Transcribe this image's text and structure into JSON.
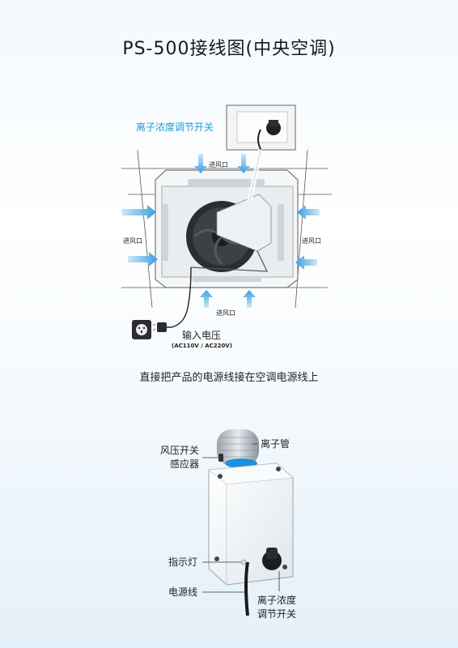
{
  "title": "PS-500接线图(中央空调)",
  "top_diagram": {
    "ion_switch_label": "离子浓度调节开关",
    "inlet_top": "进风口",
    "inlet_left": "进风口",
    "inlet_right": "进风口",
    "inlet_bottom": "进风口",
    "input_voltage": "输入电压",
    "voltage_spec": "(AC110V / AC220V)"
  },
  "caption": "直接把产品的电源线接在空调电源线上",
  "bottom_diagram": {
    "air_pressure_switch": [
      "风压开关",
      "感应器"
    ],
    "ion_tube": "离子管",
    "indicator_light": "指示灯",
    "power_cord": "电源线",
    "ion_adjust_switch": [
      "离子浓度",
      "调节开关"
    ]
  },
  "colors": {
    "accent_blue": "#1f9bd8",
    "arrow_blue": "#4aa8e0"
  }
}
